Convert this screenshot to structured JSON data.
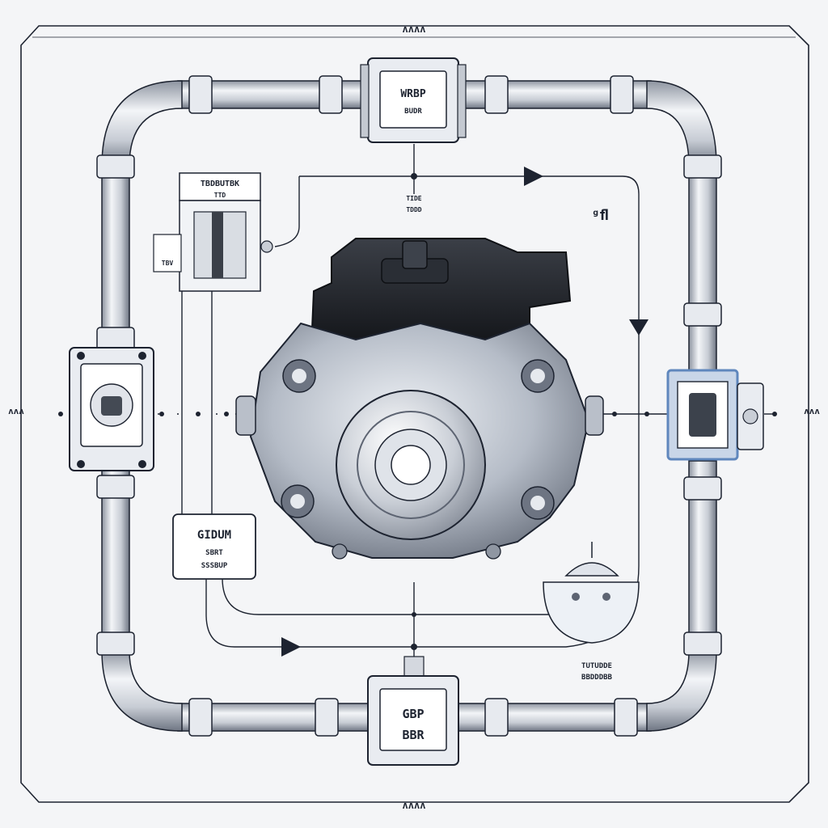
{
  "diagram": {
    "labels": {
      "top_box_line1": "WRBP",
      "top_box_line2": "BUDR",
      "top_caption_line1": "TIDE",
      "top_caption_line2": "TDDD",
      "sensor_header": "TBDBUTBK",
      "sensor_sub": "TTD",
      "sensor_side": "TBV",
      "right_note": "ᵍﬂ",
      "mid_box_line1": "GIDUM",
      "mid_box_line2": "SBRT",
      "mid_box_line3": "SSSBUP",
      "bottom_caption_line1": "TUTUDDE",
      "bottom_caption_line2": "BBDDDBB",
      "bottom_box_line1": "GBP",
      "bottom_box_line2": "BBR",
      "frame_top": "ʌʌʌʌ",
      "frame_bottom": "ʌʌʌʌ",
      "frame_left": "ʌʌʌ",
      "frame_right": "ʌʌʌ"
    },
    "colors": {
      "ink": "#1d2330",
      "metal_light": "#e3e7ee",
      "metal_mid": "#a9b0bc",
      "metal_dark": "#5d6472",
      "cap_black": "#1b1d22",
      "accent_blue": "#5f87bd",
      "paper": "#f4f5f7"
    },
    "icons": {
      "pump": "pump-housing-icon",
      "valve": "valve-box-icon",
      "flask": "flask-icon",
      "arrow": "flow-arrow-icon"
    }
  }
}
